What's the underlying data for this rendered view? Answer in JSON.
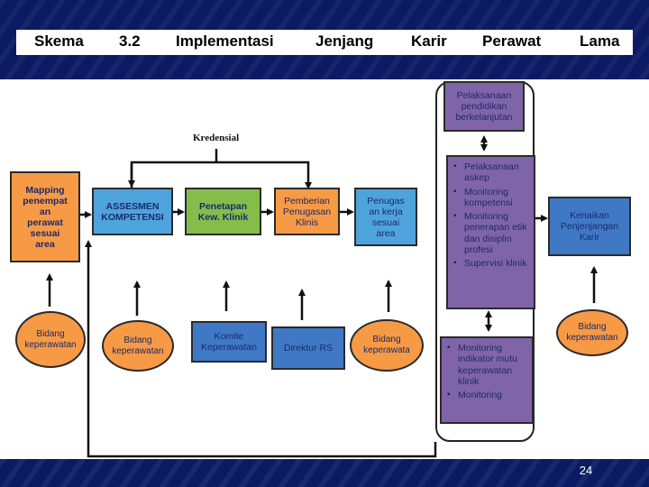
{
  "title_words": [
    "Skema",
    "3.2",
    "Implementasi",
    "Jenjang",
    "Karir",
    "Perawat",
    "Lama"
  ],
  "kredensial": "Kredensial",
  "boxes": {
    "mapping": "Mapping\npenempat\nan\nperawat\nsesuai\narea",
    "assesmen": "ASSESMEN\nKOMPETENSI",
    "penetapan": "Penetapan\nKew. Klinik",
    "pemberian": "Pemberian\nPenugasan\nKlinis",
    "penugasan": "Penugas\nan kerja\nsesuai\narea",
    "pelaksanaan_pendidikan": "Pelaksanaan\npendidikan\nberkelanjutan",
    "kenaikan": "Kenaikan\nPenjenjangan\nKarir",
    "komite": "Komite\nKeperawatan",
    "direktur": "Direktur RS"
  },
  "middle_list": [
    "Pelaksanaan askep",
    "Monitoring kompetensi",
    "Monitoring penerapan etik dan disiplin profesi",
    "Supervisi klinik"
  ],
  "bottom_list": [
    "Monitoring indikator mutu keperawatan klinik",
    "Monitoring"
  ],
  "ovals": {
    "bidang1": "Bidang\nkeperawatan",
    "bidang2": "Bidang\nkeperawatan",
    "bidang3": "Bidang\nkeperawata",
    "bidang4": "Bidang\nkeperawatan"
  },
  "page_number": "24"
}
